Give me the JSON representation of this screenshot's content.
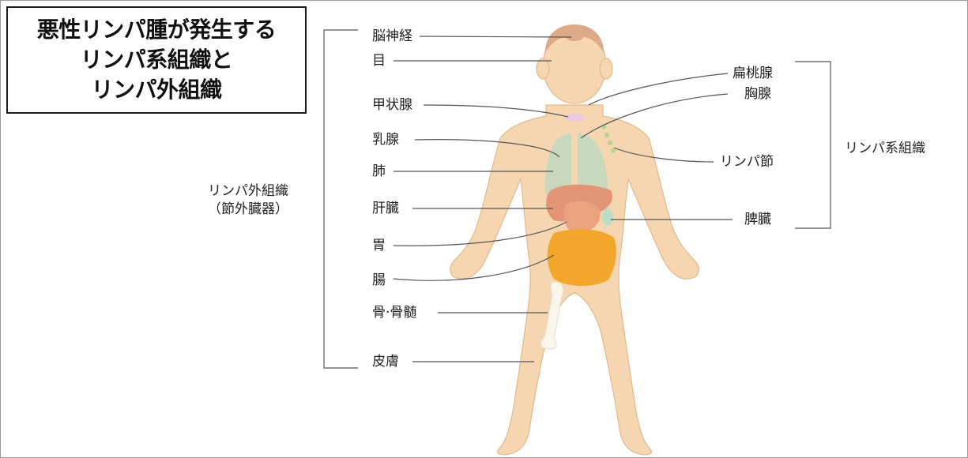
{
  "title_lines": [
    "悪性リンパ腫が発生する",
    "リンパ系組織と",
    "リンパ外組織"
  ],
  "left_labels": [
    "脳神経",
    "目",
    "甲状腺",
    "乳腺",
    "肺",
    "肝臓",
    "胃",
    "腸",
    "骨·骨髄",
    "皮膚"
  ],
  "right_labels": [
    "扁桃腺",
    "胸腺",
    "リンパ節",
    "脾臓"
  ],
  "left_group": {
    "line1": "リンパ外組織",
    "line2": "（節外臓器）"
  },
  "right_group": {
    "label": "リンパ系組織"
  },
  "colors": {
    "skin": "#f5d6b0",
    "skin_outline": "#e2b88c",
    "hair": "#dcaa86",
    "lung": "#c8d8bc",
    "liver": "#e49476",
    "stomach": "#eba27e",
    "intestine": "#f2a72c",
    "bone": "#fbf6ec",
    "thymus": "#e8c9e0",
    "lymph_node": "#b8d48a",
    "spleen": "#b9dcc8",
    "leader_line": "#555555",
    "bracket": "#555555"
  }
}
